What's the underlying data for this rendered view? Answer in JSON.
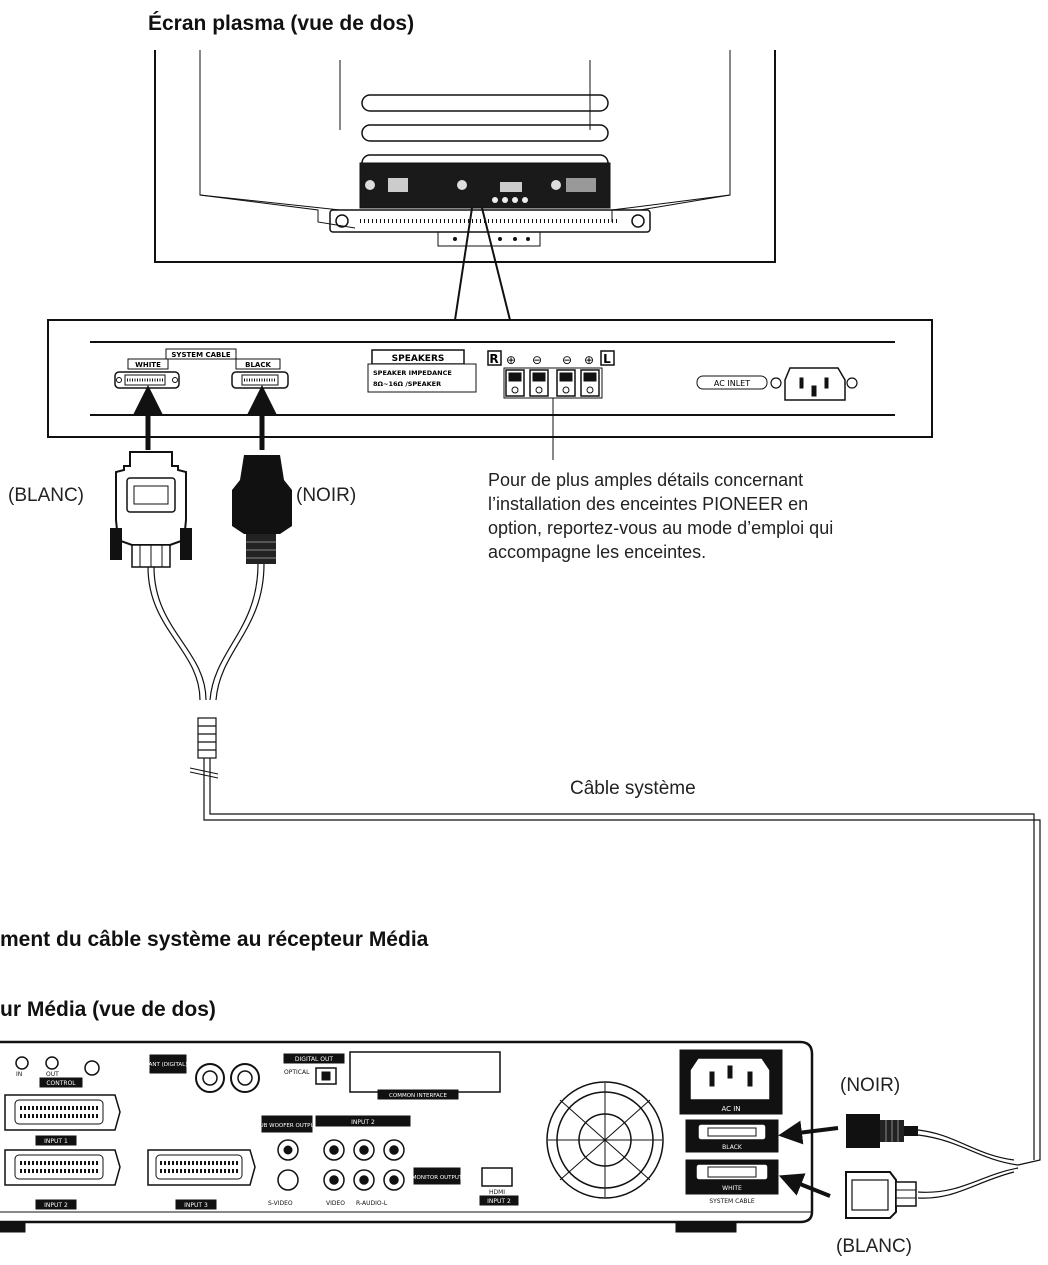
{
  "titles": {
    "plasma_back": "Écran plasma (vue de dos)",
    "connection_heading": "ment du câble système au récepteur Média",
    "receiver_back": "ur Média (vue de dos)"
  },
  "labels": {
    "blanc_top": "(BLANC)",
    "noir_top": "(NOIR)",
    "noir_bottom": "(NOIR)",
    "blanc_bottom": "(BLANC)",
    "system_cable": "Câble système"
  },
  "speaker_note": {
    "line1": "Pour de plus amples détails concernant",
    "line2": "l’installation des enceintes PIONEER en",
    "line3": "option, reportez-vous au mode d’emploi qui",
    "line4": "accompagne les enceintes."
  },
  "panel": {
    "system_cable": "SYSTEM CABLE",
    "white": "WHITE",
    "black": "BLACK",
    "speakers": "SPEAKERS",
    "impedance_1": "SPEAKER IMPEDANCE",
    "impedance_2": "8Ω~16Ω /SPEAKER",
    "r": "R",
    "l": "L",
    "ac_inlet": "AC INLET"
  },
  "receiver": {
    "out": "OUT",
    "in": "IN",
    "control": "CONTROL",
    "input1": "INPUT 1",
    "input2": "INPUT 2",
    "input3": "INPUT 3",
    "ant_digital": "ANT (DIGITAL)",
    "digital_out": "DIGITAL OUT",
    "optical": "OPTICAL",
    "common_interface": "COMMON INTERFACE",
    "sub_woofer": "SUB WOOFER OUTPUT",
    "monitor_output": "MONITOR OUTPUT",
    "hdmi": "HDMI",
    "input2b": "INPUT 2",
    "s_video": "S-VIDEO",
    "video": "VIDEO",
    "audio": "R-AUDIO-L",
    "ac_in": "AC IN",
    "black": "BLACK",
    "white": "WHITE",
    "system_cable": "SYSTEM CABLE"
  }
}
